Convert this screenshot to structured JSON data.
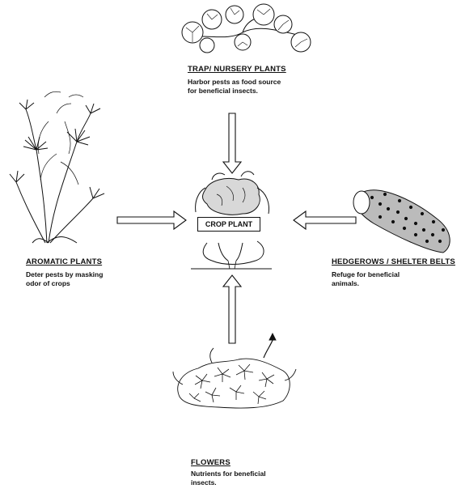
{
  "center": {
    "label": "CROP PLANT"
  },
  "nodes": {
    "trap": {
      "title": "TRAP/ NURSERY PLANTS",
      "desc_line1": "Harbor pests as food source",
      "desc_line2": "for beneficial insects."
    },
    "aromatic": {
      "title": "AROMATIC PLANTS",
      "desc_line1": "Deter pests by masking",
      "desc_line2": "odor of crops"
    },
    "hedgerow": {
      "title": "HEDGEROWS / SHELTER BELTS",
      "desc_line1": "Refuge for beneficial",
      "desc_line2": "animals."
    },
    "flowers": {
      "title": "FLOWERS",
      "desc_line1": "Nutrients for beneficial",
      "desc_line2": "insects."
    }
  },
  "icons": {
    "trap": "vine-leaves-icon",
    "aromatic": "dill-plant-icon",
    "hedgerow": "hedge-roll-icon",
    "flowers": "flower-cluster-icon",
    "center": "crop-plant-icon"
  },
  "colors": {
    "ink": "#111111",
    "background": "#ffffff"
  }
}
